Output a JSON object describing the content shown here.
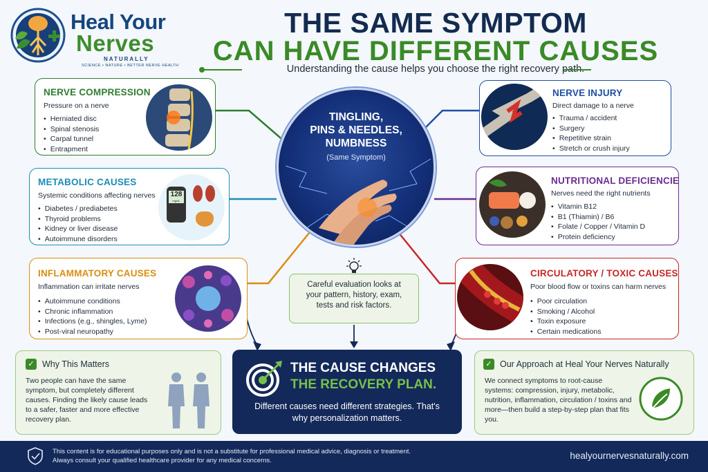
{
  "logo": {
    "line1": "Heal Your",
    "line2": "Nerves",
    "line3": "NATURALLY",
    "tagline": "SCIENCE • NATURE • BETTER NERVE HEALTH"
  },
  "title": {
    "line1": "THE SAME SYMPTOM",
    "line2": "CAN HAVE DIFFERENT CAUSES",
    "subtitle": "Understanding the cause helps you choose the right recovery path."
  },
  "center": {
    "line1": "TINGLING,",
    "line2": "PINS & NEEDLES,",
    "line3": "NUMBNESS",
    "sub": "(Same Symptom)"
  },
  "causes": {
    "compression": {
      "title": "NERVE COMPRESSION",
      "desc": "Pressure on a nerve",
      "items": [
        "Herniated disc",
        "Spinal stenosis",
        "Carpal tunnel",
        "Entrapment"
      ],
      "color": "#2e7d32"
    },
    "metabolic": {
      "title": "METABOLIC CAUSES",
      "desc": "Systemic conditions affecting nerves",
      "items": [
        "Diabetes / prediabetes",
        "Thyroid problems",
        "Kidney or liver disease",
        "Autoimmune disorders"
      ],
      "meter_value": "128",
      "meter_unit": "mg/dL",
      "color": "#1a8db5"
    },
    "inflammatory": {
      "title": "INFLAMMATORY CAUSES",
      "desc": "Inflammation can irritate nerves",
      "items": [
        "Autoimmune conditions",
        "Chronic inflammation",
        "Infections (e.g., shingles, Lyme)",
        "Post-viral neuropathy"
      ],
      "color": "#d98e10"
    },
    "injury": {
      "title": "NERVE INJURY",
      "desc": "Direct damage to a nerve",
      "items": [
        "Trauma / accident",
        "Surgery",
        "Repetitive strain",
        "Stretch or crush injury"
      ],
      "color": "#1f4ea3"
    },
    "nutritional": {
      "title": "NUTRITIONAL DEFICIENCIES",
      "desc": "Nerves need the right nutrients",
      "items": [
        "Vitamin B12",
        "B1 (Thiamin) / B6",
        "Folate / Copper / Vitamin D",
        "Protein deficiency"
      ],
      "color": "#6a2c91"
    },
    "circulatory": {
      "title": "CIRCULATORY / TOXIC CAUSES",
      "desc": "Poor blood flow or toxins can harm nerves",
      "items": [
        "Poor circulation",
        "Smoking / Alcohol",
        "Toxin exposure",
        "Certain medications"
      ],
      "color": "#c62828"
    }
  },
  "evaluation": {
    "line1": "Careful evaluation looks at",
    "line2": "your pattern, history, exam,",
    "line3": "tests and risk factors."
  },
  "why": {
    "title": "Why This Matters",
    "text": "Two people can have the same symptom, but completely different causes. Finding the likely cause leads to a safer, faster and more effective recovery plan."
  },
  "plan": {
    "line1": "THE CAUSE CHANGES",
    "line2": "THE RECOVERY PLAN.",
    "text": "Different causes need different strategies. That's why personalization matters."
  },
  "approach": {
    "title": "Our Approach at Heal Your Nerves Naturally",
    "text": "We connect symptoms to root-cause systems: compression, injury, metabolic, nutrition, inflammation, circulation / toxins and more—then build a step-by-step plan that fits you."
  },
  "footer": {
    "line1": "This content is for educational purposes only and is not a substitute for professional medical advice, diagnosis or treatment.",
    "line2": "Always consult your qualified healthcare provider for any medical concerns.",
    "url": "healyournervesnaturally.com"
  },
  "icons": {
    "logo": "brain-nerve-logo-icon",
    "lightbulb": "lightbulb-icon",
    "target": "target-icon",
    "leaf": "leaf-icon",
    "shield": "shield-icon",
    "check": "check-icon"
  }
}
